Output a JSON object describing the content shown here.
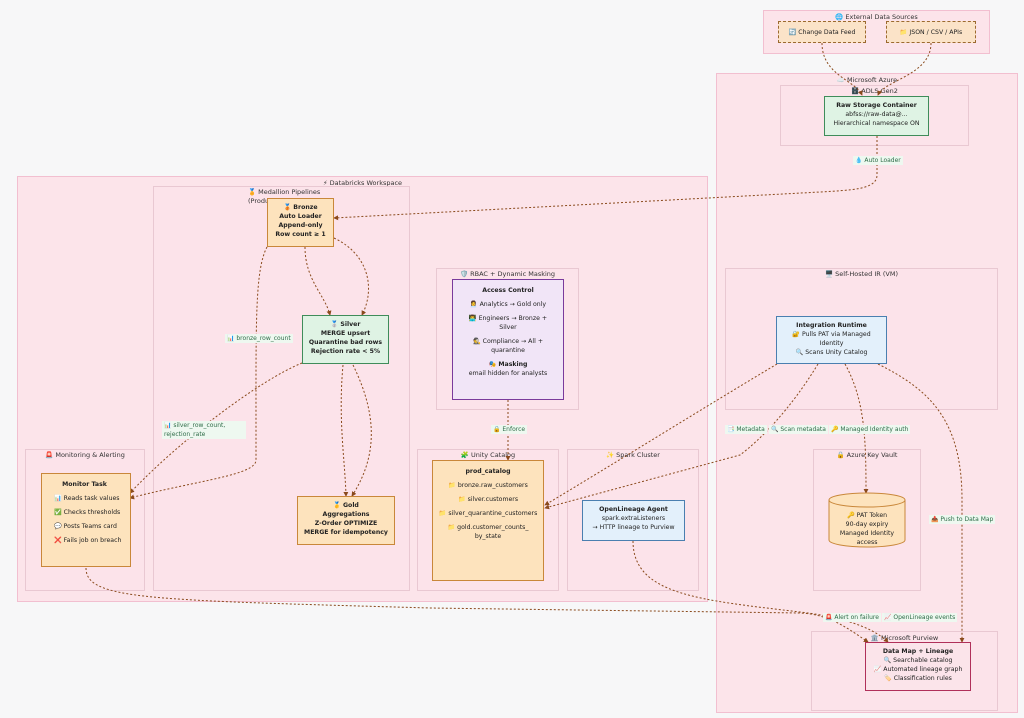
{
  "clusters": {
    "external": "🌐 External Data Sources",
    "azure": "☁️ Microsoft Azure",
    "adls": "🗄️ ADLS Gen2",
    "databricks": "⚡ Databricks Workspace",
    "medallion": "🏅 Medallion Pipelines (Production)",
    "rbac": "🛡️ RBAC + Dynamic Masking",
    "unity": "🧩 Unity Catalog",
    "spark": "✨ Spark Cluster",
    "monitoring": "🚨 Monitoring & Alerting",
    "shir": "🖥️ Self-Hosted IR (VM)",
    "keyvault": "🔒 Azure Key Vault",
    "purview": "🏛️ Microsoft Purview"
  },
  "nodes": {
    "cdc": "🔄 Change Data Feed",
    "json": "📁 JSON / CSV / APIs",
    "raw": {
      "title": "Raw Storage Container",
      "lines": [
        "abfss://raw-data@...",
        "Hierarchical namespace ON"
      ]
    },
    "bronze": {
      "title": "🥉 Bronze",
      "lines": [
        "Auto Loader",
        "Append-only",
        "Row count ≥ 1"
      ]
    },
    "silver": {
      "title": "🥈 Silver",
      "lines": [
        "MERGE upsert",
        "Quarantine bad rows",
        "Rejection rate < 5%"
      ]
    },
    "gold": {
      "title": "🥇 Gold",
      "lines": [
        "Aggregations",
        "Z-Order OPTIMIZE",
        "MERGE for idempotency"
      ]
    },
    "access": {
      "title": "Access Control",
      "items": [
        "👩‍💼 Analytics → Gold only",
        "👨‍💻 Engineers → Bronze + Silver",
        "🕵️ Compliance → All + quarantine"
      ],
      "masking_title": "🎭 Masking",
      "masking_line": "email hidden for analysts"
    },
    "catalog": {
      "title": "prod_catalog",
      "items": [
        "📁 bronze.raw_customers",
        "📁 silver.customers",
        "📁 silver_quarantine_customers",
        "📁 gold.customer_counts_by_state"
      ]
    },
    "openlineage": {
      "title": "OpenLineage Agent",
      "lines": [
        "spark.extraListeners",
        "→ HTTP lineage to Purview"
      ]
    },
    "monitor": {
      "title": "Monitor Task",
      "items": [
        "📊 Reads task values",
        "✅ Checks thresholds",
        "💬 Posts Teams card",
        "❌ Fails job on breach"
      ]
    },
    "runtime": {
      "title": "Integration Runtime",
      "lines": [
        "🔐 Pulls PAT via Managed Identity",
        "🔍 Scans Unity Catalog"
      ]
    },
    "pat": {
      "lines": [
        "🔑 PAT Token",
        "90-day expiry",
        "Managed Identity access"
      ]
    },
    "datamap": {
      "title": "Data Map + Lineage",
      "lines": [
        "🔍 Searchable catalog",
        "📈 Automated lineage graph",
        "🏷️ Classification rules"
      ]
    }
  },
  "edges": {
    "autoloader": "💧 Auto Loader",
    "bronze_row_count": "📊 bronze_row_count",
    "silver_row_count": "📊 silver_row_count, rejection_rate",
    "enforce": "🔒 Enforce",
    "metadata": "📑 Metadata",
    "scan_metadata": "🔍 Scan metadata",
    "managed_identity": "🔑 Managed Identity auth",
    "push_datamap": "📤 Push to Data Map",
    "alert_failure": "🚨 Alert on failure",
    "openlineage_events": "📈 OpenLineage events"
  }
}
